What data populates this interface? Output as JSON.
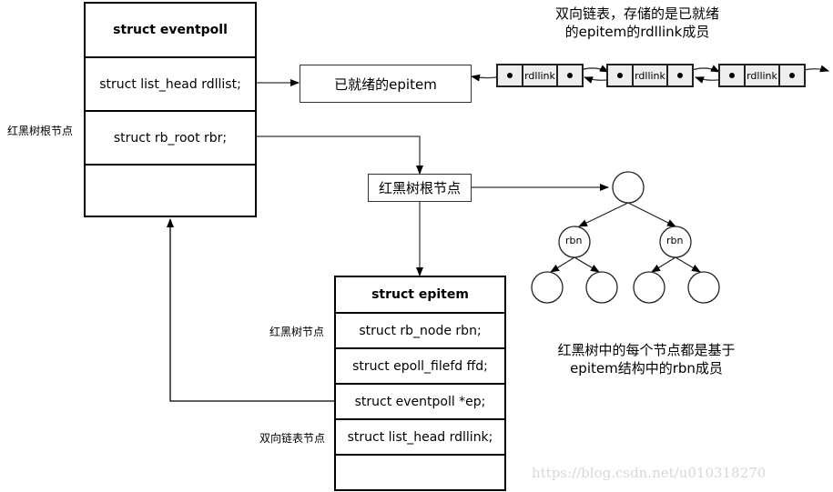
{
  "eventpoll": {
    "title": "struct eventpoll",
    "fields": [
      "struct list_head rdllist;",
      "struct rb_root rbr;",
      ""
    ],
    "side_label": "红黑树根节点"
  },
  "ready_box": {
    "label": "已就绪的epitem"
  },
  "rbroot_box": {
    "label": "红黑树根节点"
  },
  "list_caption": {
    "line1": "双向链表，存储的是已就绪",
    "line2": "的epitem的rdllink成员"
  },
  "list_nodes": [
    {
      "label": "rdllink"
    },
    {
      "label": "rdllink"
    },
    {
      "label": "rdllink"
    }
  ],
  "tree": {
    "root_label": "",
    "level1": [
      "rbn",
      "rbn"
    ],
    "leaves": [
      "",
      "",
      "",
      ""
    ]
  },
  "epitem": {
    "title": "struct epitem",
    "fields": [
      "struct rb_node rbn;",
      "struct epoll_filefd ffd;",
      "struct eventpoll *ep;",
      "struct list_head rdllink;",
      ""
    ],
    "rbn_label": "红黑树节点",
    "rdllink_label": "双向链表节点"
  },
  "tree_caption": {
    "line1": "红黑树中的每个节点都是基于",
    "line2": "epitem结构中的rbn成员"
  },
  "watermark": "https://blog.csdn.net/u010318270"
}
